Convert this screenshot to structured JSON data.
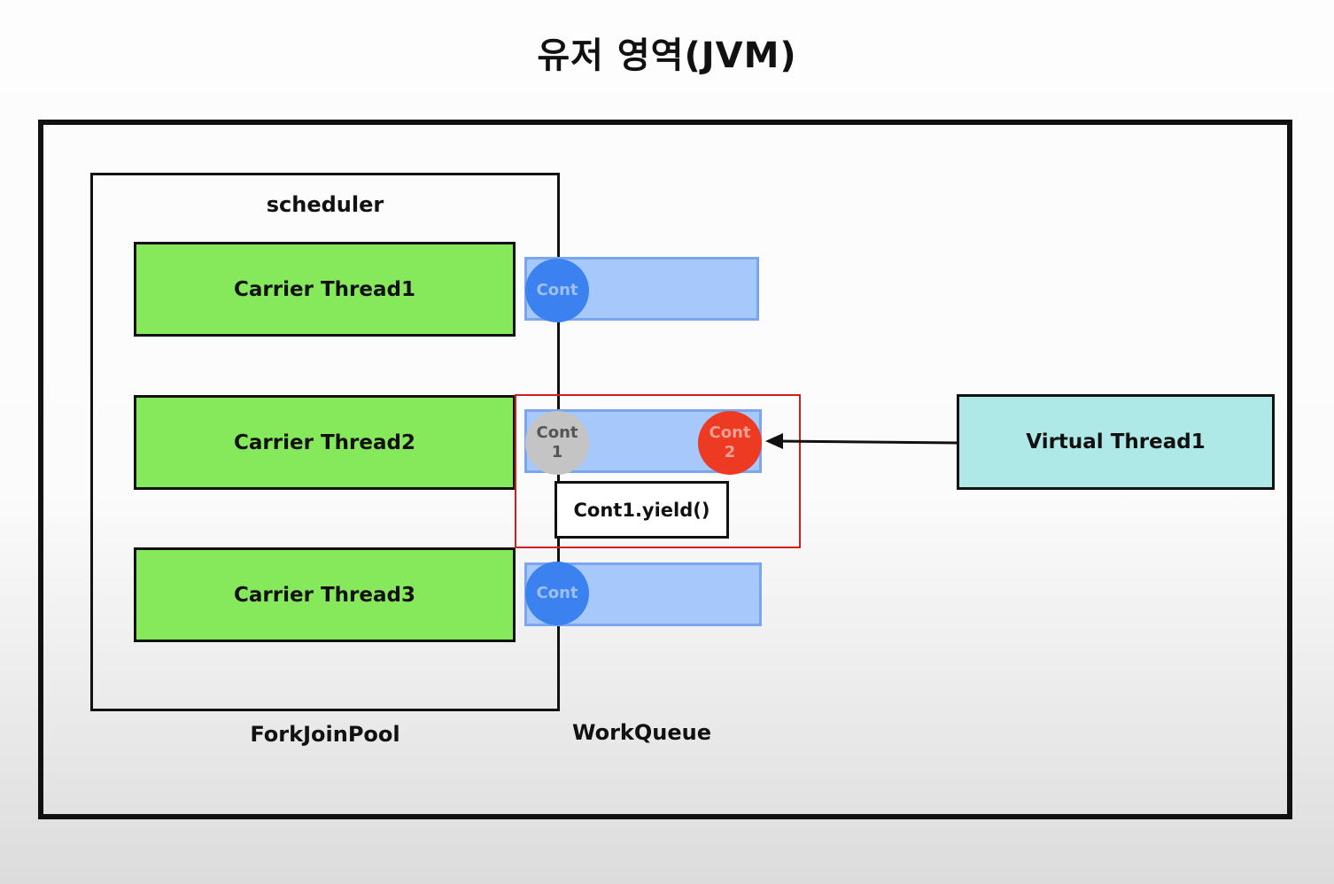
{
  "title": "유저 영역(JVM)",
  "scheduler_label": "scheduler",
  "forkjoinpool_label": "ForkJoinPool",
  "workqueue_label": "WorkQueue",
  "carriers": [
    {
      "label": "Carrier Thread1"
    },
    {
      "label": "Carrier Thread2"
    },
    {
      "label": "Carrier Thread3"
    }
  ],
  "queues": {
    "q1": {
      "cont": "Cont"
    },
    "q2": {
      "cont1_line1": "Cont",
      "cont1_line2": "1",
      "cont2_line1": "Cont",
      "cont2_line2": "2"
    },
    "q3": {
      "cont": "Cont"
    }
  },
  "yield_label": "Cont1.yield()",
  "virtual_thread_label": "Virtual Thread1",
  "colors": {
    "carrier_green": "#86e85b",
    "queue_blue": "#a6c8fb",
    "cont_blue": "#3b82f0",
    "cont_gray": "#c4c4c4",
    "cont_red": "#ec3a23",
    "virtual_cyan": "#aee9e8",
    "highlight_red": "#cc1f1f"
  }
}
